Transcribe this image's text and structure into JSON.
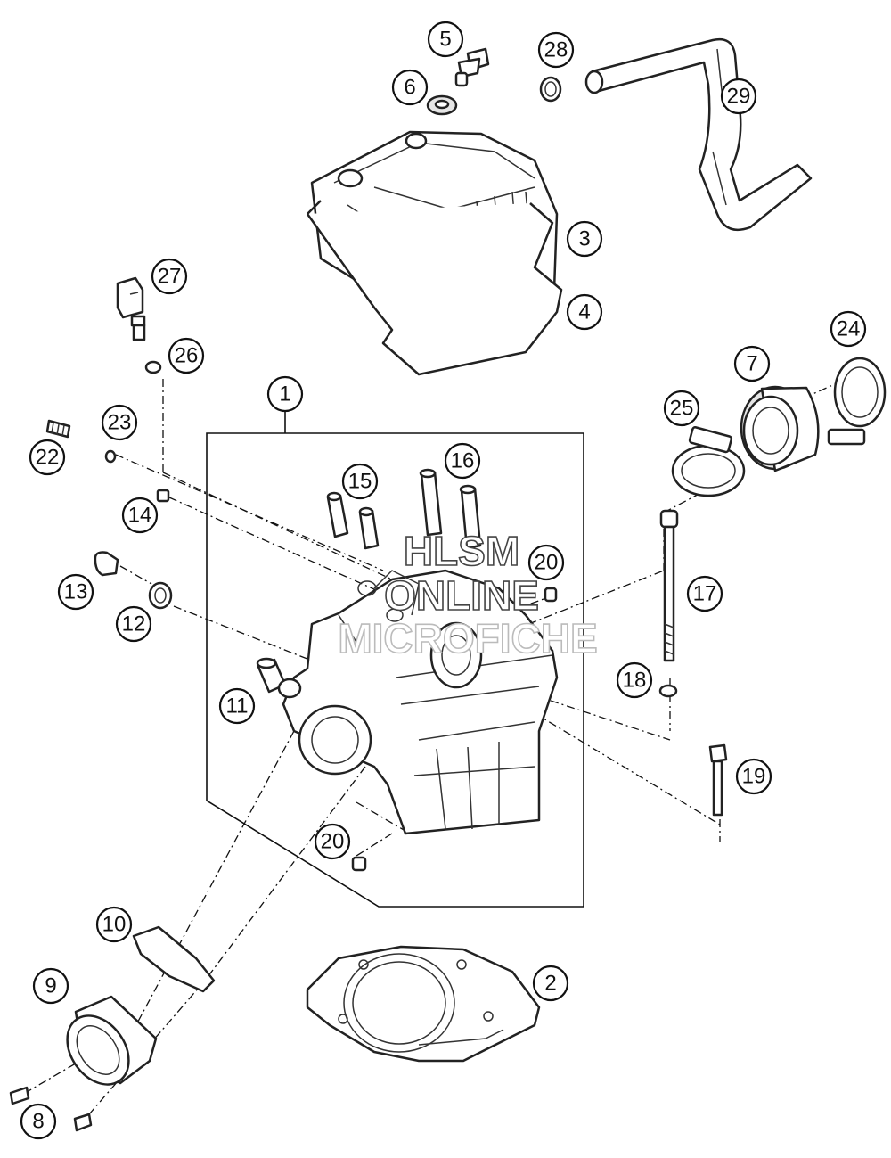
{
  "watermark": {
    "line1": "HLSM",
    "line2": "ONLINE",
    "line3": "MICROFICHE"
  },
  "callouts": [
    "1",
    "2",
    "3",
    "4",
    "5",
    "6",
    "7",
    "8",
    "9",
    "10",
    "11",
    "12",
    "13",
    "14",
    "15",
    "16",
    "17",
    "18",
    "19",
    "20",
    "20",
    "22",
    "23",
    "24",
    "25",
    "26",
    "27",
    "28",
    "29"
  ],
  "colors": {
    "line": "#222222",
    "background": "#ffffff"
  }
}
